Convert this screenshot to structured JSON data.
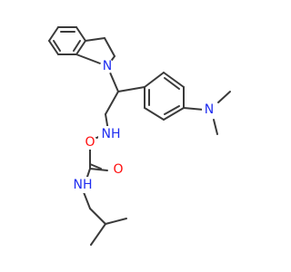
{
  "molecule": {
    "atom_labels": {
      "indoline_n": "N",
      "dimethylamino_n": "N",
      "amide_nh_upper": "NH",
      "amide_nh_lower": "NH",
      "carbonyl_o_upper": "O",
      "carbonyl_o_lower": "O"
    },
    "colors": {
      "bond": "#3a3a3a",
      "nitrogen": "#1f2df0",
      "oxygen": "#ff0d0d"
    }
  }
}
